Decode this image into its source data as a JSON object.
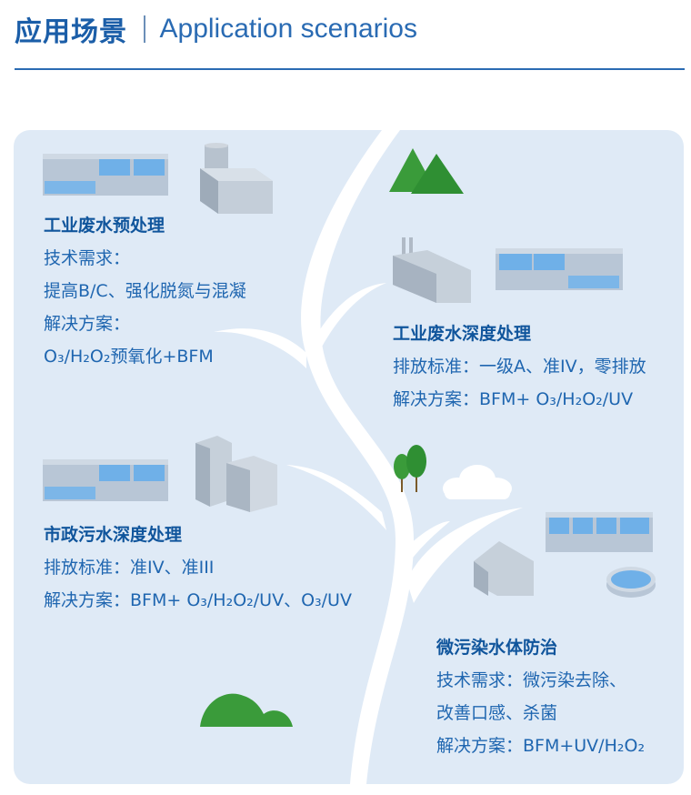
{
  "header": {
    "title_cn": "应用场景",
    "title_en": "Application scenarios"
  },
  "scenarios": [
    {
      "title": "工业废水预处理",
      "lines": [
        "技术需求：",
        "提高B/C、强化脱氮与混凝",
        "解决方案：",
        "O₃/H₂O₂预氧化+BFM"
      ]
    },
    {
      "title": "工业废水深度处理",
      "lines": [
        "排放标准：一级A、准IV，零排放",
        "解决方案：BFM+ O₃/H₂O₂/UV"
      ]
    },
    {
      "title": "市政污水深度处理",
      "lines": [
        "排放标准：准IV、准III",
        "解决方案：BFM+ O₃/H₂O₂/UV、O₃/UV"
      ]
    },
    {
      "title": "微污染水体防治",
      "lines": [
        "技术需求：微污染去除、",
        "改善口感、杀菌",
        "解决方案：BFM+UV/H₂O₂"
      ]
    }
  ],
  "colors": {
    "accent": "#1b5ea8",
    "panel": "#dfeaf6",
    "green": "#3a9b3a"
  }
}
